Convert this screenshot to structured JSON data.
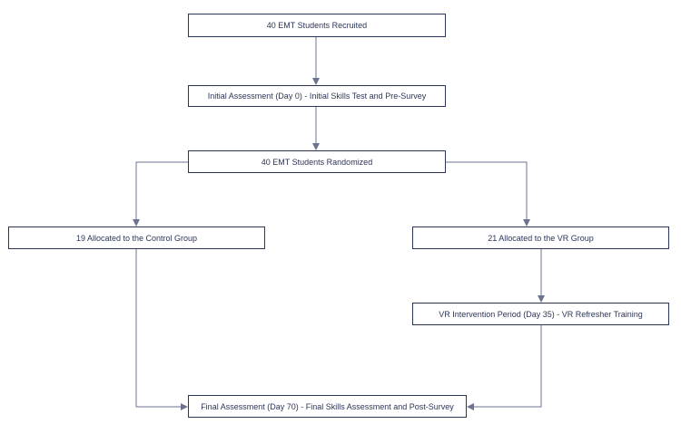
{
  "flowchart": {
    "nodes": [
      {
        "id": "recruited",
        "label": "40 EMT Students Recruited"
      },
      {
        "id": "initial",
        "label": "Initial Assessment (Day 0) - Initial Skills Test and Pre-Survey"
      },
      {
        "id": "randomized",
        "label": "40 EMT Students Randomized"
      },
      {
        "id": "control",
        "label": "19 Allocated to the Control Group"
      },
      {
        "id": "vr",
        "label": "21 Allocated to the VR Group"
      },
      {
        "id": "vrperiod",
        "label": "VR Intervention Period (Day 35) - VR Refresher Training"
      },
      {
        "id": "final",
        "label": "Final Assessment (Day 70) - Final Skills Assessment and Post-Survey"
      }
    ],
    "edges": [
      {
        "from": "recruited",
        "to": "initial"
      },
      {
        "from": "initial",
        "to": "randomized"
      },
      {
        "from": "randomized",
        "to": "control"
      },
      {
        "from": "randomized",
        "to": "vr"
      },
      {
        "from": "vr",
        "to": "vrperiod"
      },
      {
        "from": "control",
        "to": "final"
      },
      {
        "from": "vrperiod",
        "to": "final"
      }
    ],
    "colors": {
      "stroke": "#2c3557",
      "connector": "#6b7390"
    }
  }
}
